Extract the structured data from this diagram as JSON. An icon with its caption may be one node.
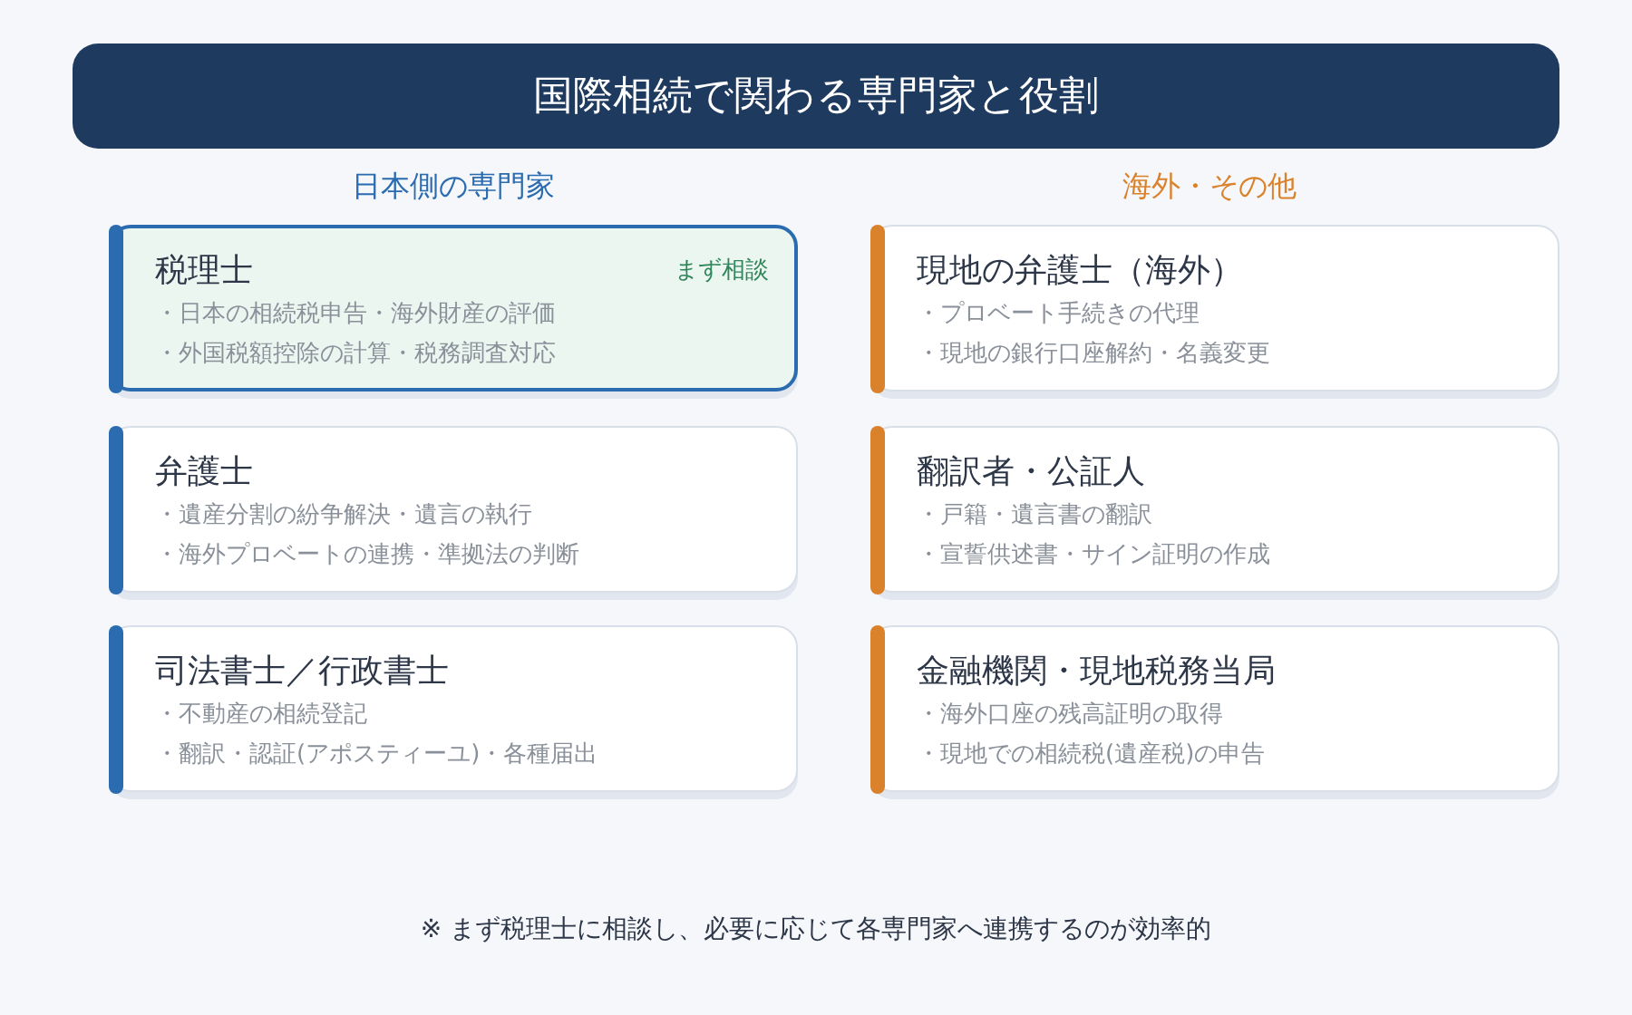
{
  "diagram": {
    "title": "国際相続で関わる専門家と役割",
    "nodes": [
      {
        "text": [
          "税理士",
          "まず相談",
          "・日本の相続税申告・海外財産の評価",
          "・外国税額控除の計算・税務調査対応"
        ]
      },
      {
        "text": [
          "弁護士",
          "・遺産分割の紛争解決・遺言の執行",
          "・海外プロベートの連携・準拠法の判断"
        ]
      },
      {
        "text": [
          "司法書士／行政書士",
          "・不動産の相続登記",
          "・翻訳・認証(アポスティーユ)・各種届出"
        ]
      },
      {
        "text": [
          "現地の弁護士（海外）",
          "・プロベート手続きの代理",
          "・現地の銀行口座解約・名義変更"
        ]
      },
      {
        "text": [
          "翻訳者・公証人",
          "・戸籍・遺言書の翻訳",
          "・宣誓供述書・サイン証明の作成"
        ]
      },
      {
        "text": [
          "金融機関・現地税務当局",
          "・海外口座の残高証明の取得",
          "・現地での相続税(遺産税)の申告"
        ]
      }
    ],
    "labels": [
      "日本側の専門家",
      "海外・その他",
      "※ まず税理士に相談し、必要に応じて各専門家へ連携するのが効率的"
    ]
  }
}
